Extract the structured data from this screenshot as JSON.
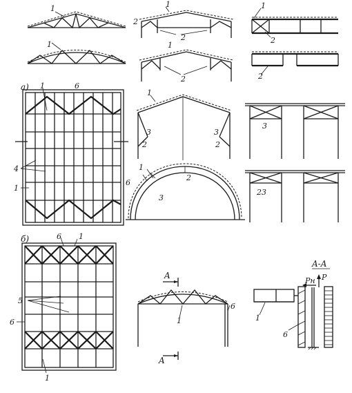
{
  "labels": {
    "n1": "1",
    "n2": "2",
    "n3": "3",
    "n4": "4",
    "n5": "5",
    "n6": "6",
    "n23": "23",
    "sec_a": "a)",
    "sec_b": "б)",
    "section_letter": "A",
    "section_title": "A-A",
    "force_p": "P",
    "force_pn": "Pн"
  },
  "colors": {
    "ink": "#1a1a1a",
    "paper": "#ffffff"
  }
}
